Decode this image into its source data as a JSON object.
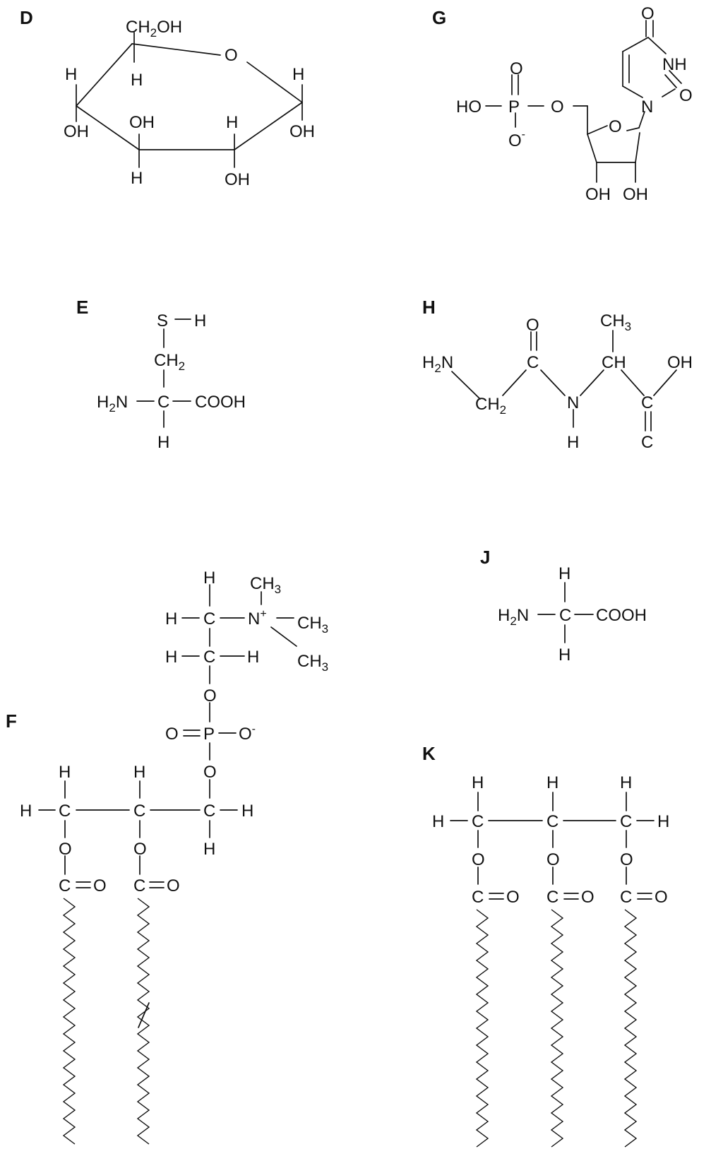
{
  "figure": {
    "colors": {
      "ink": "#111111",
      "background": "#ffffff"
    },
    "structures": {
      "D": {
        "label": "D",
        "atoms": [
          "CH",
          "2",
          "OH",
          "O",
          "H",
          "H",
          "H",
          "OH",
          "OH",
          "H",
          "OH",
          "H",
          "OH"
        ]
      },
      "G": {
        "label": "G",
        "atoms": [
          "O",
          "NH",
          "O",
          "O",
          "HO",
          "P",
          "O",
          "O",
          "-",
          "N",
          "O",
          "OH",
          "OH"
        ]
      },
      "E": {
        "label": "E",
        "atoms": [
          "S",
          "H",
          "CH",
          "2",
          "H",
          "2",
          "N",
          "C",
          "COOH",
          "H"
        ]
      },
      "H": {
        "label": "H",
        "atoms": [
          "O",
          "CH",
          "3",
          "H",
          "2",
          "N",
          "C",
          "CH",
          "OH",
          "CH",
          "2",
          "N",
          "C",
          "H",
          "C"
        ]
      },
      "J": {
        "label": "J",
        "atoms": [
          "H",
          "H",
          "2",
          "N",
          "C",
          "COOH",
          "H"
        ]
      },
      "F": {
        "label": "F",
        "atoms": [
          "H",
          "CH",
          "3",
          "H",
          "C",
          "N",
          "+",
          "CH",
          "3",
          "H",
          "C",
          "H",
          "CH",
          "3",
          "O",
          "O",
          "P",
          "O",
          "-",
          "O",
          "H",
          "H",
          "H",
          "C",
          "C",
          "C",
          "H",
          "O",
          "O",
          "H",
          "C",
          "O",
          "C",
          "O"
        ]
      },
      "K": {
        "label": "K",
        "atoms": [
          "H",
          "H",
          "H",
          "H",
          "C",
          "C",
          "C",
          "H",
          "O",
          "O",
          "O",
          "C",
          "O",
          "C",
          "O",
          "C",
          "O"
        ]
      }
    }
  }
}
